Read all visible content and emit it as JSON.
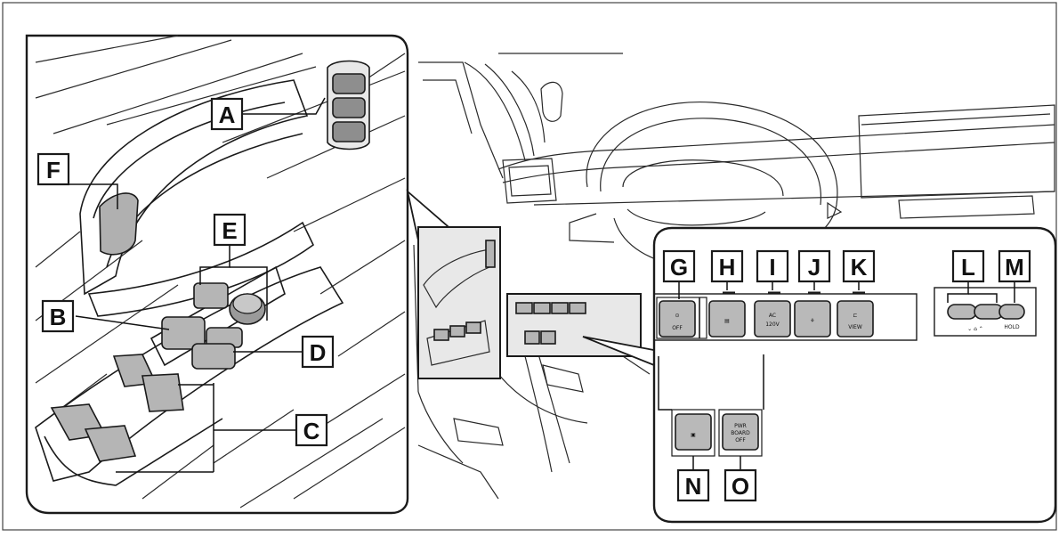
{
  "labels": {
    "A": "A",
    "B": "B",
    "C": "C",
    "D": "D",
    "E": "E",
    "F": "F",
    "G": "G",
    "H": "H",
    "I": "I",
    "J": "J",
    "K": "K",
    "L": "L",
    "M": "M",
    "N": "N",
    "O": "O"
  },
  "colors": {
    "outline": "#1a1a1a",
    "switch_fill": "#b5b5b5",
    "background": "#ffffff"
  }
}
